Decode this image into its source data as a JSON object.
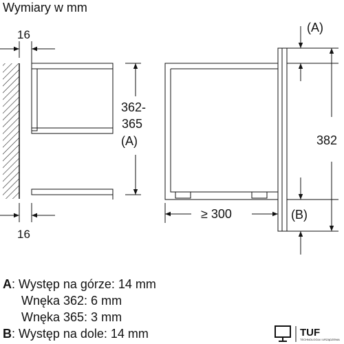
{
  "title": "Wymiary w mm",
  "dimensions": {
    "wall_top": "16",
    "wall_bottom": "16",
    "niche_height_line1": "362-",
    "niche_height_line2": "365",
    "niche_height_ref": "(A)",
    "appliance_depth": "≥ 300",
    "appliance_height": "382",
    "ref_a": "(A)",
    "ref_b": "(B)"
  },
  "legend": [
    {
      "key": "A",
      "text": ": Występ na górze: 14 mm"
    },
    {
      "key": "",
      "text": "Wnęka 362: 6 mm"
    },
    {
      "key": "",
      "text": "Wnęka 365: 3 mm"
    },
    {
      "key": "B",
      "text": ": Występ na dole: 14 mm"
    }
  ],
  "logo": {
    "text": "TUF",
    "subtext": "TECHNOLOGIA I URZĄDZENIA"
  }
}
